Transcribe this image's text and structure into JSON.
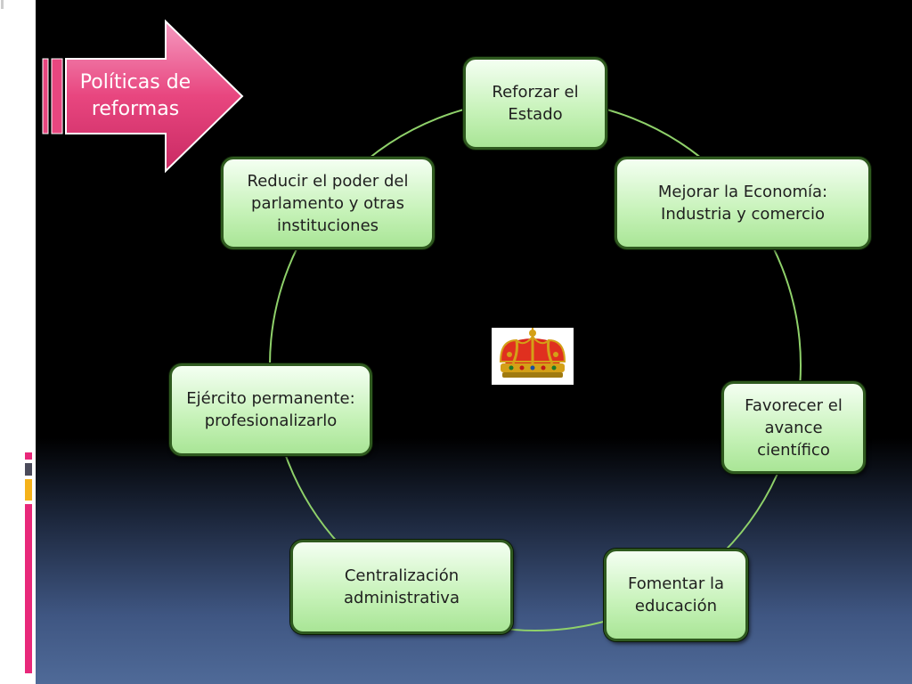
{
  "header": {
    "label": "Políticas de reformas"
  },
  "cycle": {
    "nodes": [
      {
        "id": "reforzar-estado",
        "label": "Reforzar el Estado"
      },
      {
        "id": "mejorar-economia",
        "label": "Mejorar la Economía: Industria y comercio"
      },
      {
        "id": "avance-cientifico",
        "label": "Favorecer el avance científico"
      },
      {
        "id": "fomentar-educacion",
        "label": "Fomentar la educación"
      },
      {
        "id": "centralizacion",
        "label": "Centralización administrativa"
      },
      {
        "id": "ejercito",
        "label": "Ejército permanente: profesionalizarlo"
      },
      {
        "id": "reducir-poder",
        "label": "Reducir el poder del parlamento y otras instituciones"
      }
    ]
  },
  "center_icon": "royal-crown-icon",
  "colors": {
    "arrow": "#e8467f",
    "node_fill": "#c6f2b8",
    "node_border": "#2f5a1f",
    "ring": "#8fd16a",
    "accent_stripes": [
      "#e8287a",
      "#4a4a5a",
      "#f5b21a",
      "#e8287a"
    ]
  }
}
